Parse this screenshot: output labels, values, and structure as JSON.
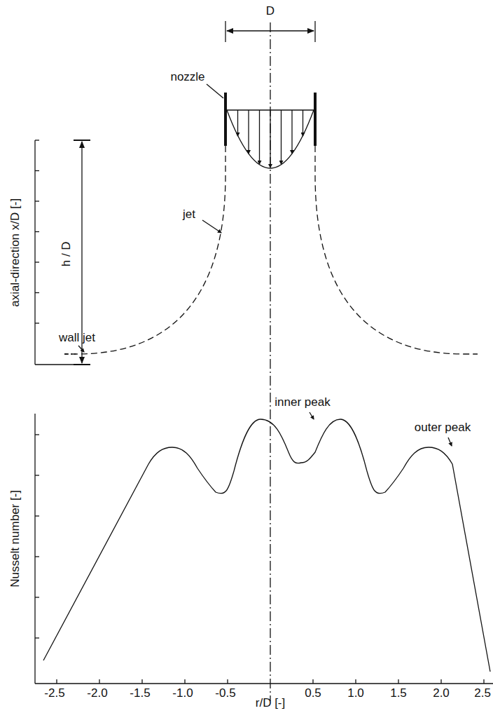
{
  "diagram": {
    "labels": [
      "D",
      "nozzle",
      "jet",
      "wall jet",
      "axial-direction x/D [-]",
      "h / D",
      "inner peak",
      "outer peak",
      "Nusselt number [-]",
      "-2.5",
      "-2.0",
      "-1.5",
      "-1.0",
      "-0.5",
      "0.5",
      "1.0",
      "1.5",
      "2.0",
      "2.5",
      "r/D [-]"
    ]
  }
}
